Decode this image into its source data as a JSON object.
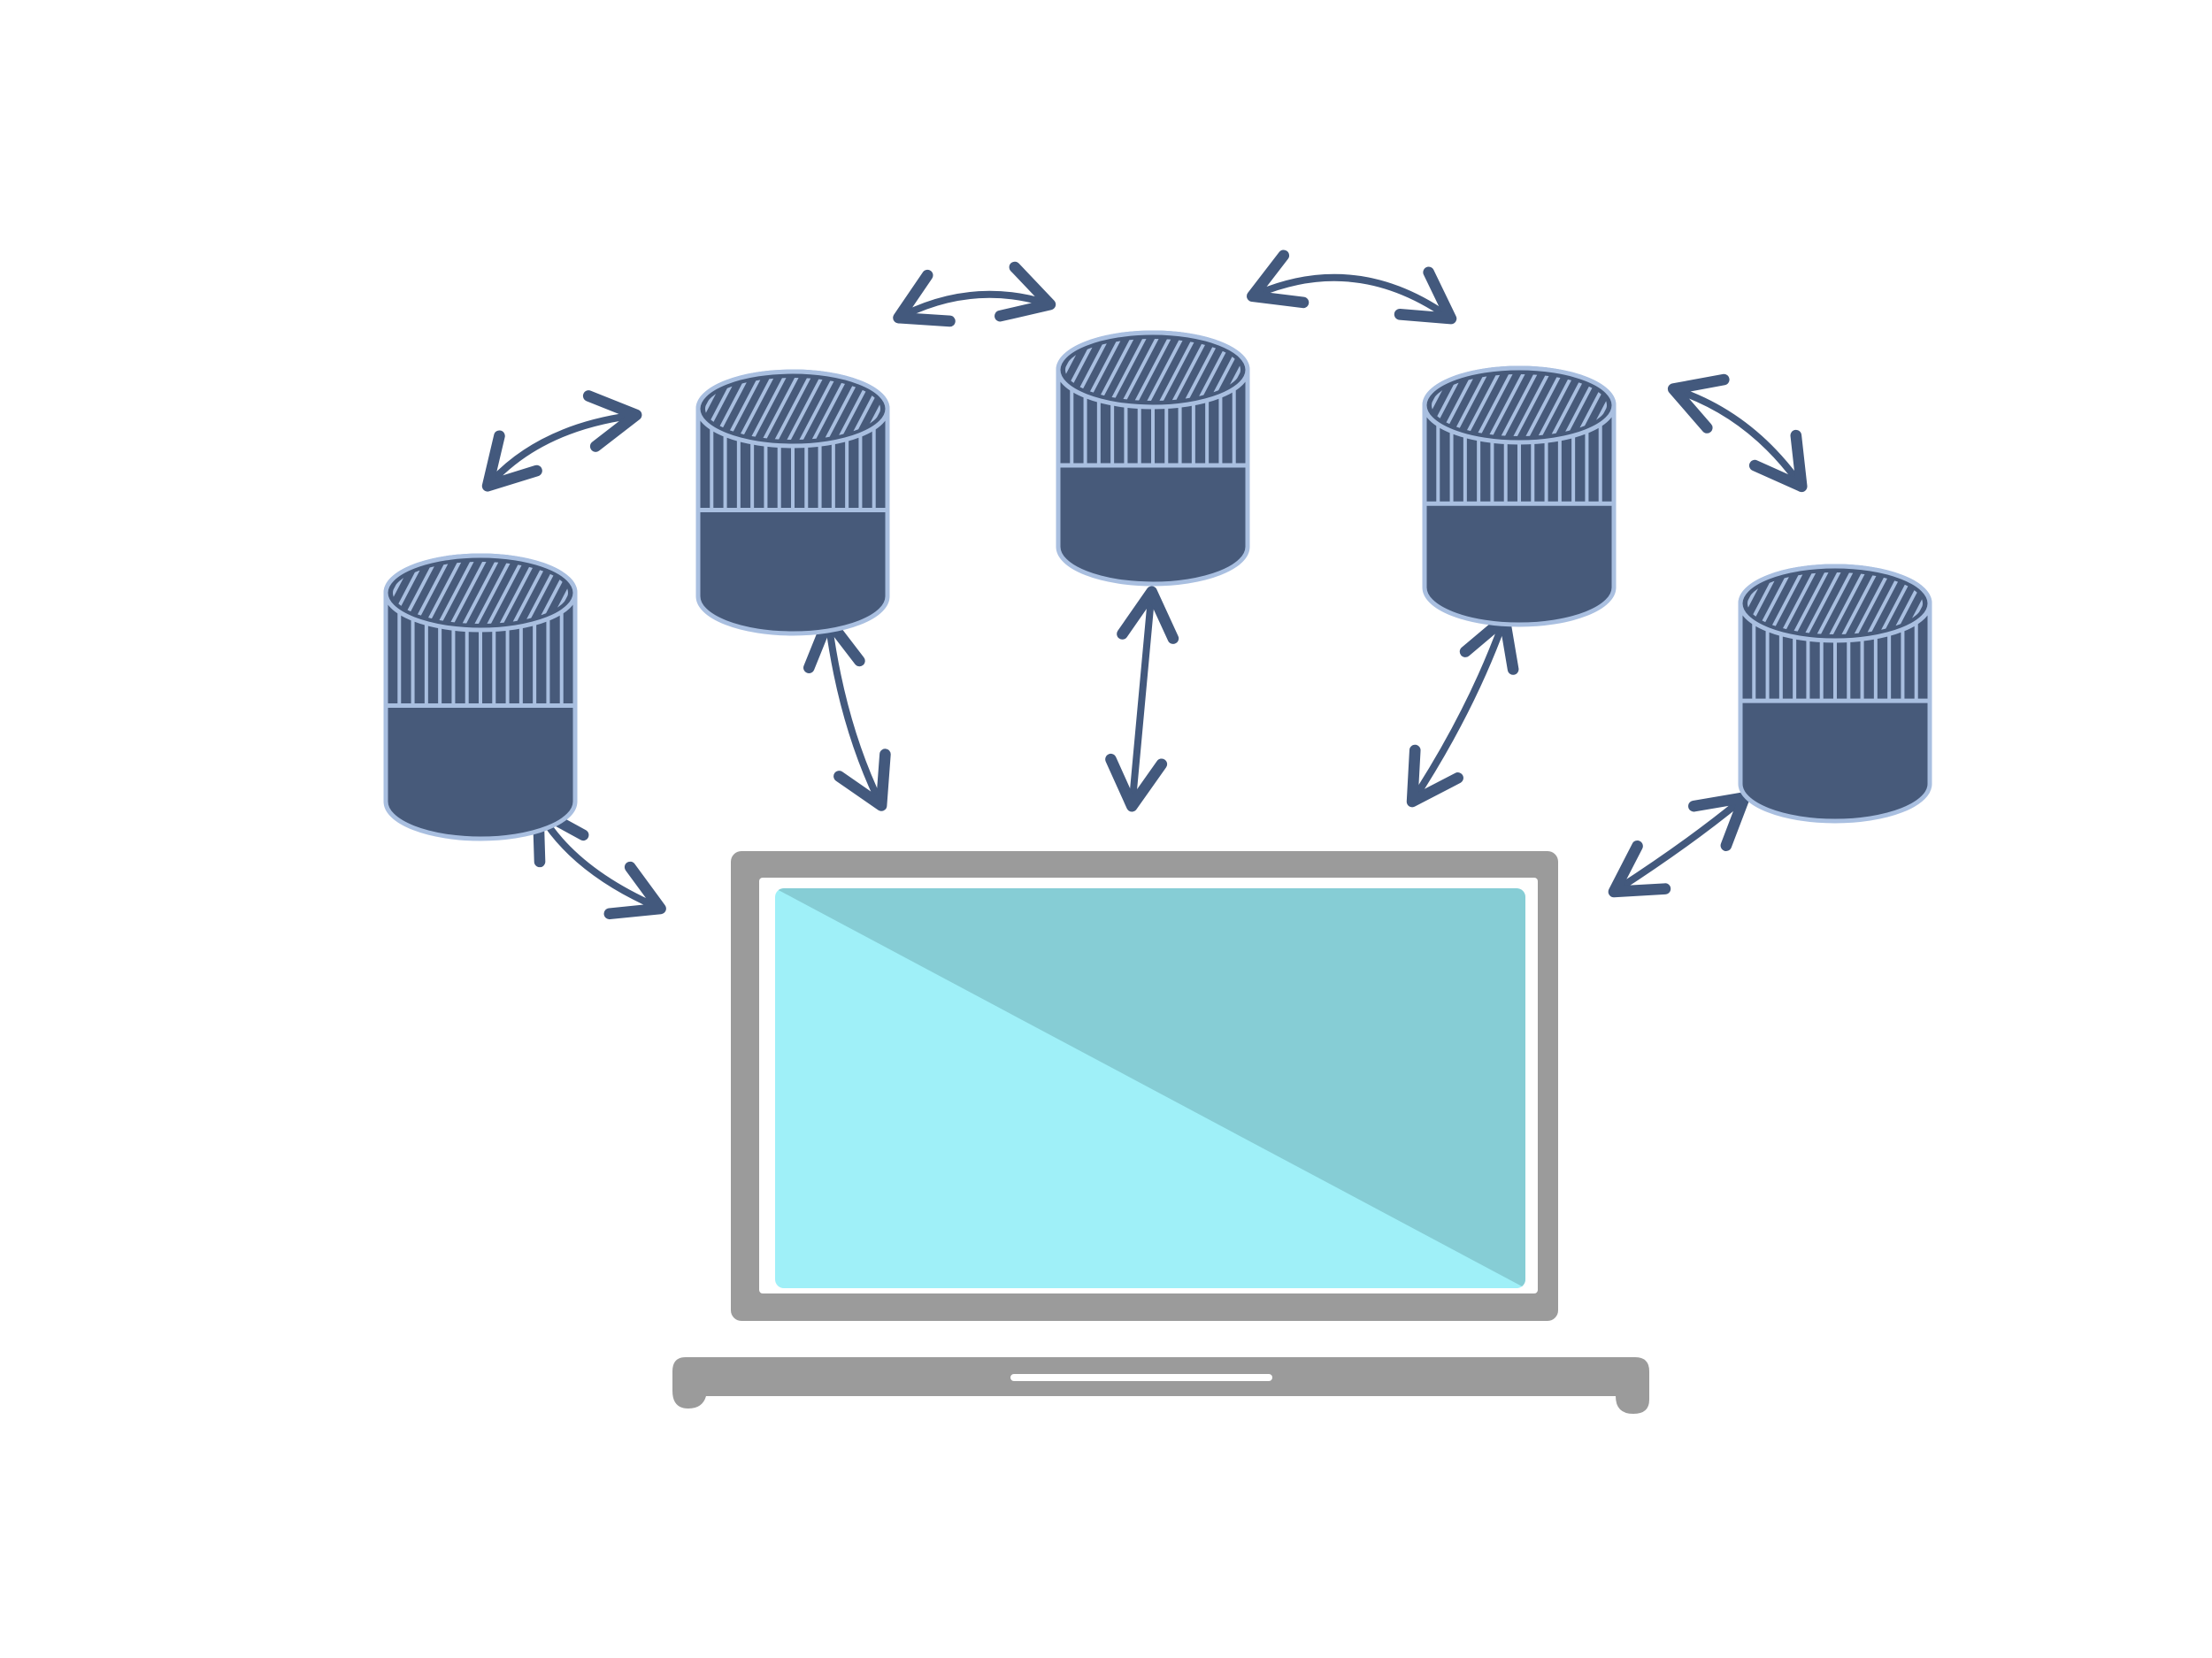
{
  "diagram": {
    "nodes": [
      {
        "id": "db-1",
        "type": "database",
        "icon": "database-cylinder-icon"
      },
      {
        "id": "db-2",
        "type": "database",
        "icon": "database-cylinder-icon"
      },
      {
        "id": "db-3",
        "type": "database",
        "icon": "database-cylinder-icon"
      },
      {
        "id": "db-4",
        "type": "database",
        "icon": "database-cylinder-icon"
      },
      {
        "id": "db-5",
        "type": "database",
        "icon": "database-cylinder-icon"
      },
      {
        "id": "laptop",
        "type": "client",
        "icon": "laptop-icon"
      }
    ],
    "edges": [
      {
        "from": "db-1",
        "to": "db-2",
        "style": "bidirectional"
      },
      {
        "from": "db-2",
        "to": "db-3",
        "style": "bidirectional"
      },
      {
        "from": "db-3",
        "to": "db-4",
        "style": "bidirectional"
      },
      {
        "from": "db-4",
        "to": "db-5",
        "style": "bidirectional"
      },
      {
        "from": "db-1",
        "to": "laptop",
        "style": "bidirectional"
      },
      {
        "from": "db-2",
        "to": "laptop",
        "style": "bidirectional"
      },
      {
        "from": "db-3",
        "to": "laptop",
        "style": "bidirectional"
      },
      {
        "from": "db-4",
        "to": "laptop",
        "style": "bidirectional"
      },
      {
        "from": "db-5",
        "to": "laptop",
        "style": "bidirectional"
      }
    ]
  },
  "colors": {
    "database_fill": "#475a7a",
    "database_stroke": "#a9bfe0",
    "arrow": "#43597d",
    "laptop_frame": "#9b9b9b",
    "screen_light": "#9ff0f8",
    "screen_dark": "#86cdd5",
    "background": "#ffffff"
  }
}
